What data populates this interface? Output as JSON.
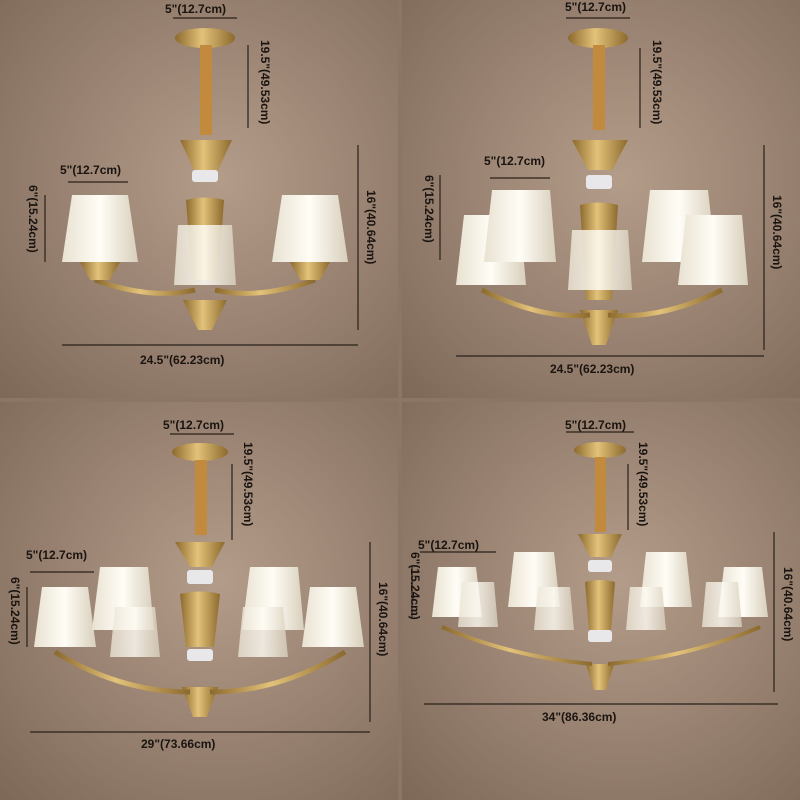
{
  "colors": {
    "brass": "#c9a45c",
    "brass_dark": "#9c7a38",
    "glass": "#f4efe4",
    "wall": "#a08a78",
    "ink": "#1a1410"
  },
  "panels": [
    {
      "canopy": "5\"(12.7cm)",
      "chain": "19.5\"(49.53cm)",
      "shade_width": "5\"(12.7cm)",
      "shade_height": "6\"(15.24cm)",
      "height": "16\"(40.64cm)",
      "width": "24.5\"(62.23cm)",
      "light_count": 3
    },
    {
      "canopy": "5\"(12.7cm)",
      "chain": "19.5\"(49.53cm)",
      "shade_width": "5\"(12.7cm)",
      "shade_height": "6\"(15.24cm)",
      "height": "16\"(40.64cm)",
      "width": "24.5\"(62.23cm)",
      "light_count": 5
    },
    {
      "canopy": "5\"(12.7cm)",
      "chain": "19.5\"(49.53cm)",
      "shade_width": "5\"(12.7cm)",
      "shade_height": "6\"(15.24cm)",
      "height": "16\"(40.64cm)",
      "width": "29\"(73.66cm)",
      "light_count": 6
    },
    {
      "canopy": "5\"(12.7cm)",
      "chain": "19.5\"(49.53cm)",
      "shade_width": "5\"(12.7cm)",
      "shade_height": "6\"(15.24cm)",
      "height": "16\"(40.64cm)",
      "width": "34\"(86.36cm)",
      "light_count": 8
    }
  ]
}
